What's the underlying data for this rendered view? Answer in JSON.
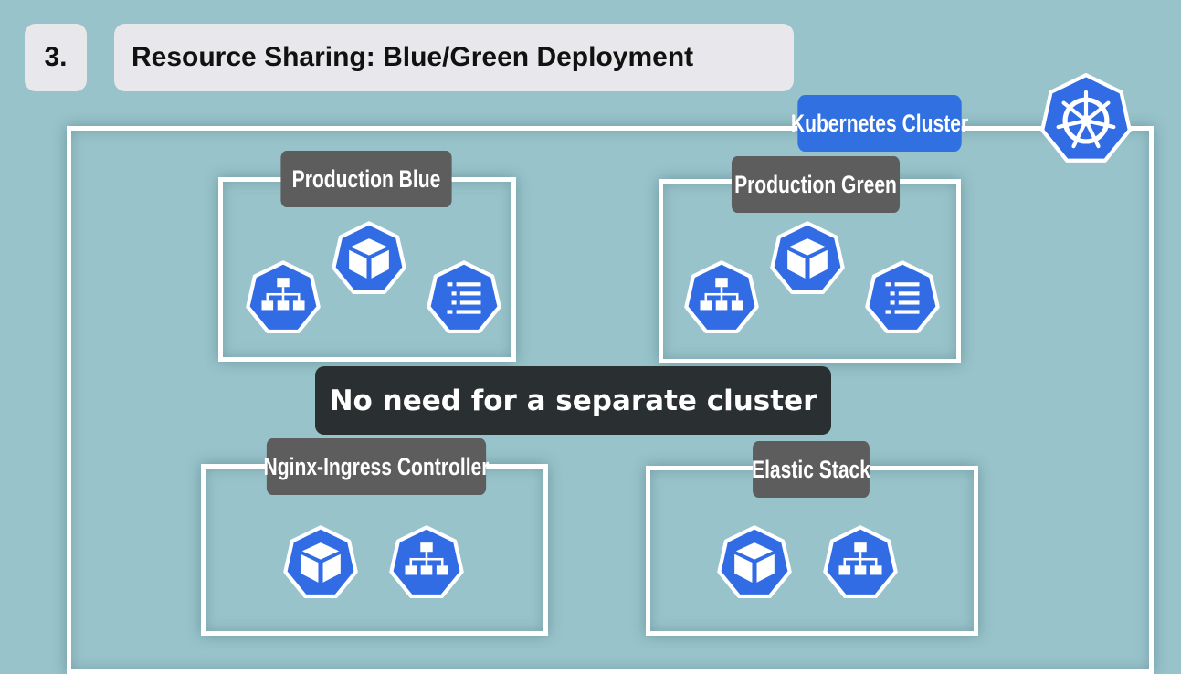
{
  "colors": {
    "background": "#98c3ca",
    "k8s_blue": "#326ce5",
    "namespace_label": "#5d5d5d",
    "banner": "#2a2f31"
  },
  "header": {
    "step": "3.",
    "title": "Resource Sharing: Blue/Green Deployment"
  },
  "cluster": {
    "label": "Kubernetes Cluster",
    "logo_icon": "kubernetes-helm-wheel-icon"
  },
  "namespaces": [
    {
      "label": "Production Blue",
      "icons": [
        "k8s-service-icon",
        "k8s-pod-icon",
        "k8s-configmap-icon"
      ]
    },
    {
      "label": "Production Green",
      "icons": [
        "k8s-service-icon",
        "k8s-pod-icon",
        "k8s-configmap-icon"
      ]
    },
    {
      "label": "Nginx-Ingress Controller",
      "icons": [
        "k8s-pod-icon",
        "k8s-service-icon"
      ]
    },
    {
      "label": "Elastic Stack",
      "icons": [
        "k8s-pod-icon",
        "k8s-service-icon"
      ]
    }
  ],
  "banner": "No need for a separate cluster"
}
